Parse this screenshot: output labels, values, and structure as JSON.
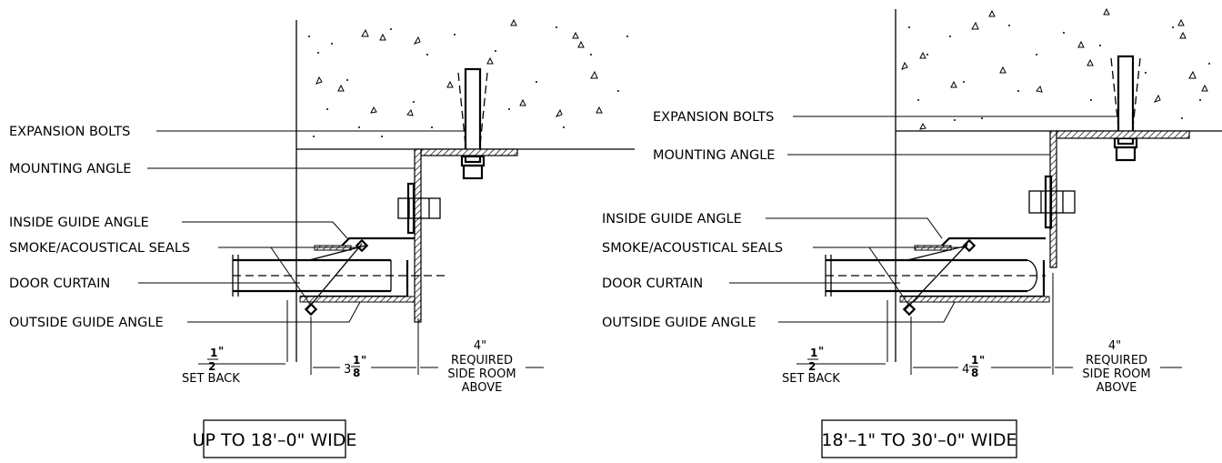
{
  "details": [
    {
      "labels": {
        "expansion_bolts": "EXPANSION BOLTS",
        "mounting_angle": "MOUNTING ANGLE",
        "inside_guide_angle": "INSIDE GUIDE ANGLE",
        "smoke_acoustical_seals": "SMOKE/ACOUSTICAL SEALS",
        "door_curtain": "DOOR CURTAIN",
        "outside_guide_angle": "OUTSIDE GUIDE ANGLE"
      },
      "dimensions": {
        "setback_num": "1",
        "setback_den": "2",
        "setback_unit": "\"",
        "setback_text": "SET BACK",
        "guide_whole": "3",
        "guide_num": "1",
        "guide_den": "8",
        "guide_unit": "\"",
        "side_room_value": "4\"",
        "side_room_line1": "REQUIRED",
        "side_room_line2": "SIDE ROOM",
        "side_room_line3": "ABOVE"
      },
      "caption": "UP TO 18'–0\" WIDE"
    },
    {
      "labels": {
        "expansion_bolts": "EXPANSION BOLTS",
        "mounting_angle": "MOUNTING ANGLE",
        "inside_guide_angle": "INSIDE GUIDE ANGLE",
        "smoke_acoustical_seals": "SMOKE/ACOUSTICAL SEALS",
        "door_curtain": "DOOR CURTAIN",
        "outside_guide_angle": "OUTSIDE GUIDE ANGLE"
      },
      "dimensions": {
        "setback_num": "1",
        "setback_den": "2",
        "setback_unit": "\"",
        "setback_text": "SET BACK",
        "guide_whole": "4",
        "guide_num": "1",
        "guide_den": "8",
        "guide_unit": "\"",
        "side_room_value": "4\"",
        "side_room_line1": "REQUIRED",
        "side_room_line2": "SIDE ROOM",
        "side_room_line3": "ABOVE"
      },
      "caption": "18'–1\" TO 30'–0\" WIDE"
    }
  ]
}
